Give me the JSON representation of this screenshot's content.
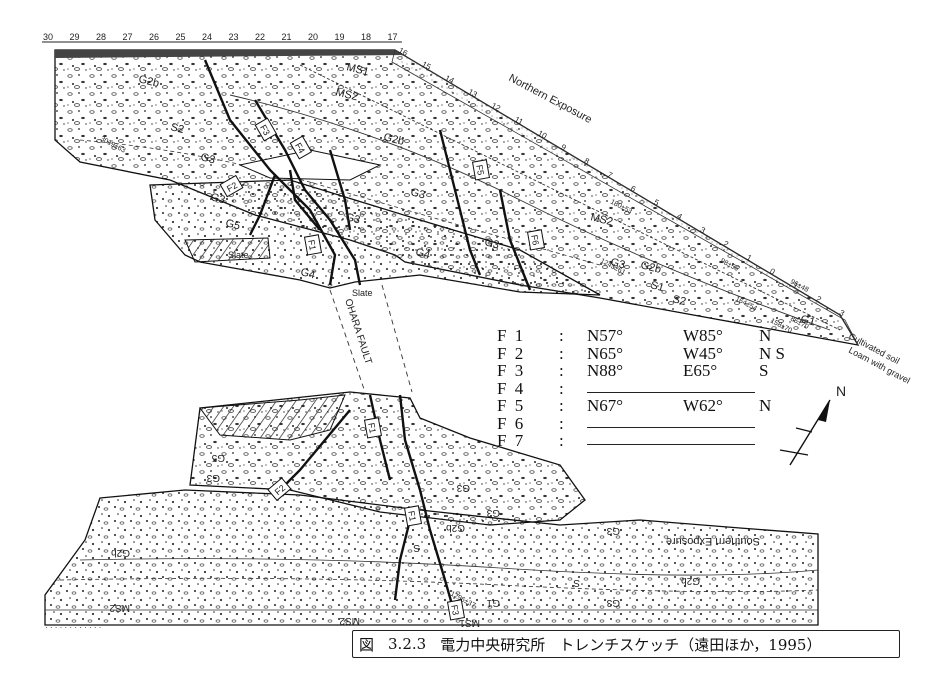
{
  "figure": {
    "top_scale": [
      "30",
      "29",
      "28",
      "27",
      "26",
      "25",
      "24",
      "23",
      "22",
      "21",
      "20",
      "19",
      "18",
      "17"
    ],
    "north_scale": [
      "16",
      "15",
      "14",
      "13",
      "12",
      "11",
      "10",
      "9",
      "8",
      "7",
      "6",
      "5",
      "4",
      "3",
      "2",
      "1",
      "0",
      "1'",
      "2",
      "3"
    ],
    "labels": {
      "northern_exposure": "Northern Exposure",
      "southern_exposure": "Southern Exposure",
      "ohara_fault": "OHARA FAULT",
      "slate_1": "Slate",
      "slate_2": "Slate",
      "cultivated_soil": "Cultivated soil",
      "loam_gravel": "Loam with gravel",
      "north_arrow": "N"
    },
    "units_north": [
      "MS1",
      "MS2",
      "G2b",
      "S2",
      "G3",
      "G3",
      "G5",
      "G4",
      "G3",
      "G2b",
      "G3",
      "G4",
      "G3",
      "MS2",
      "G3",
      "G2b",
      "S1",
      "S2",
      "G1"
    ],
    "units_south": [
      "G5",
      "G3",
      "G3",
      "G3",
      "G2b",
      "G2b",
      "S",
      "S",
      "G1",
      "MS2",
      "MS2",
      "MS1",
      "G3",
      "G2b",
      "G3"
    ],
    "dates": [
      "3019±63",
      "1243±61",
      "98±55",
      "96±48",
      "164±54",
      "180±53",
      "86±70",
      "158±70",
      "1296±37"
    ],
    "fault_tags_north": [
      "F3",
      "F4",
      "F2",
      "F1",
      "F5",
      "F6"
    ],
    "fault_tags_south": [
      "F1",
      "F2",
      "F1",
      "F3"
    ]
  },
  "strikes": [
    {
      "fault": "F 1",
      "colon": ":",
      "strike": "N57°",
      "dip": "W85°",
      "dir": "N"
    },
    {
      "fault": "F 2",
      "colon": ":",
      "strike": "N65°",
      "dip": "W45°",
      "dir": "N S"
    },
    {
      "fault": "F 3",
      "colon": ":",
      "strike": "N88°",
      "dip": "E65°",
      "dir": "S"
    },
    {
      "fault": "F 4",
      "colon": ":",
      "strike": "",
      "dip": "",
      "dir": ""
    },
    {
      "fault": "F 5",
      "colon": ":",
      "strike": "N67°",
      "dip": "W62°",
      "dir": "N"
    },
    {
      "fault": "F 6",
      "colon": ":",
      "strike": "",
      "dip": "",
      "dir": ""
    },
    {
      "fault": "F 7",
      "colon": ":",
      "strike": "",
      "dip": "",
      "dir": ""
    }
  ],
  "caption": {
    "fig": "図",
    "num": "3.2.3",
    "title": "電力中央研究所",
    "subtitle": "トレンチスケッチ（遠田ほか，1995）"
  }
}
